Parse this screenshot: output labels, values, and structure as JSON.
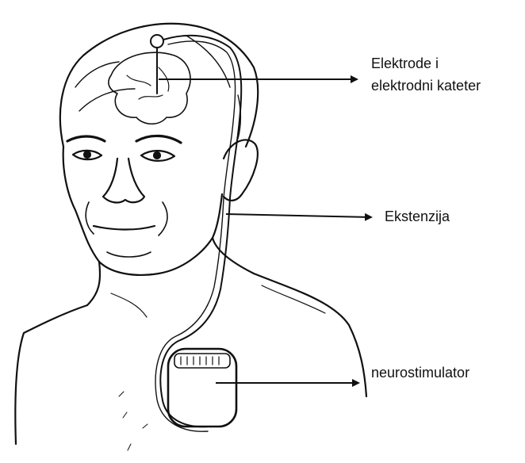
{
  "labels": {
    "electrode_line1": "Elektrode i",
    "electrode_line2": "elektrodni kateter",
    "extension": "Ekstenzija",
    "neurostimulator": "neurostimulator"
  },
  "colors": {
    "ink": "#111111",
    "background": "#ffffff"
  }
}
